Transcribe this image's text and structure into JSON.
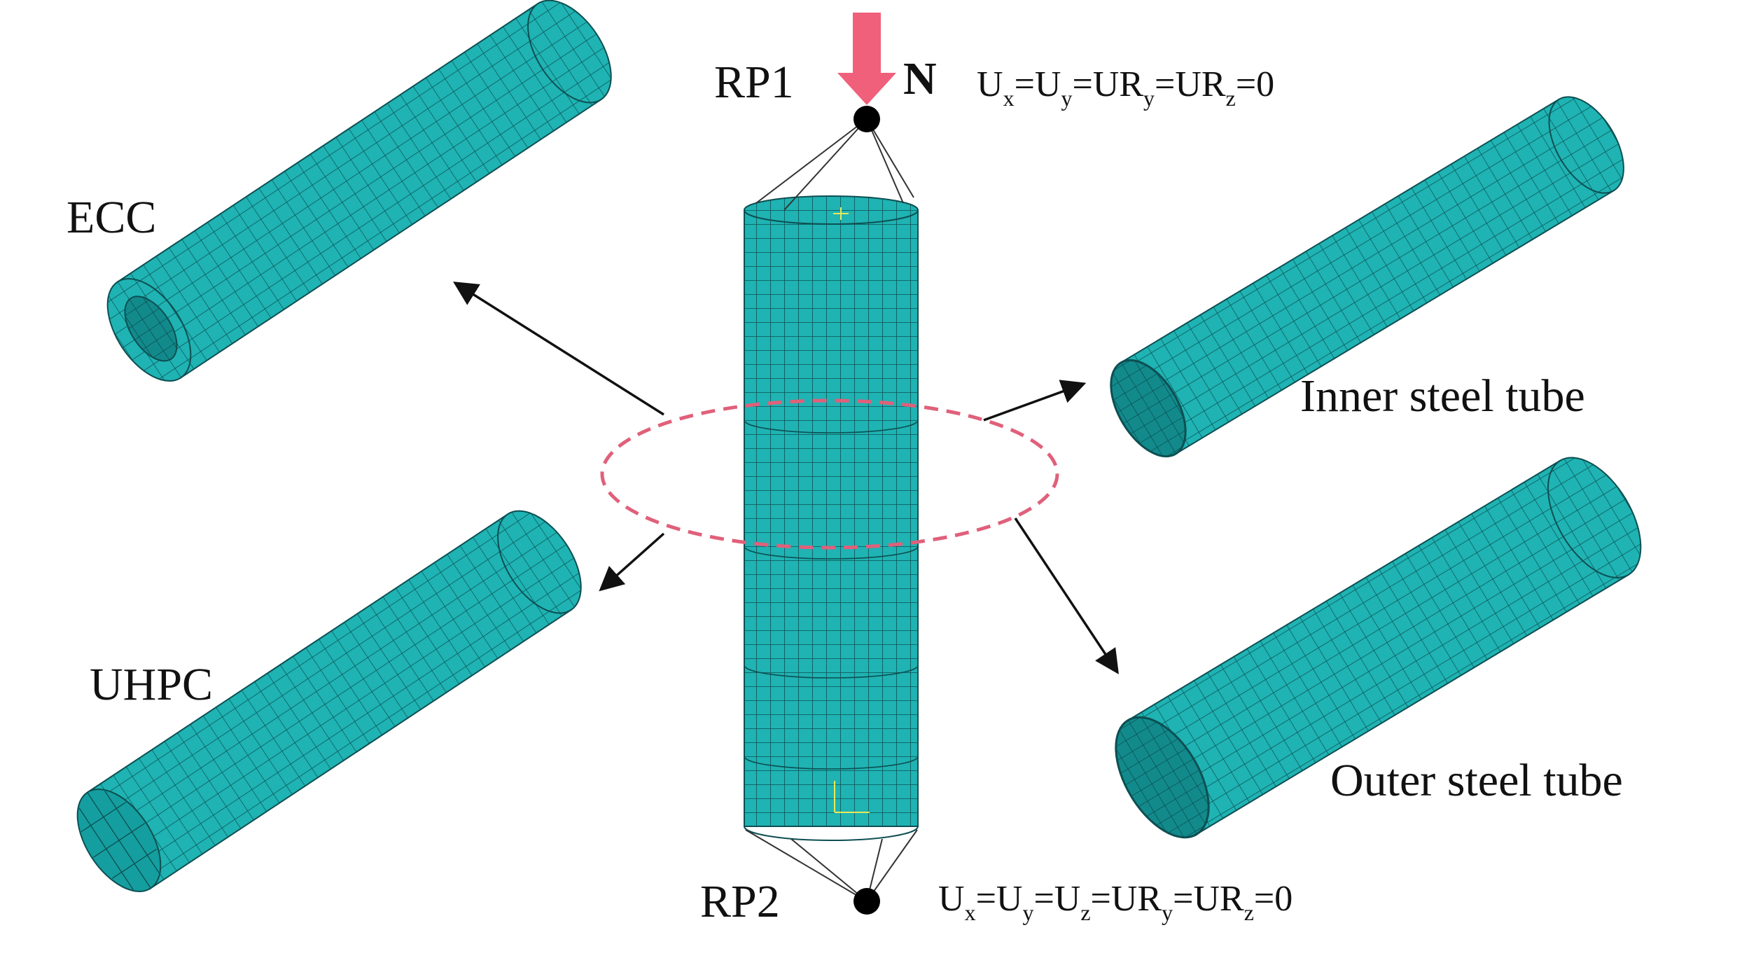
{
  "labels": {
    "rp1": "RP1",
    "rp2": "RP2",
    "load": "N",
    "ecc": "ECC",
    "uhpc": "UHPC",
    "inner_tube": "Inner steel tube",
    "outer_tube": "Outer steel tube"
  },
  "bc_top": [
    {
      "base": "U",
      "sub": "x",
      "sep": "="
    },
    {
      "base": "U",
      "sub": "y",
      "sep": "="
    },
    {
      "base": "UR",
      "sub": "y",
      "sep": "="
    },
    {
      "base": "UR",
      "sub": "z",
      "sep": "=0"
    }
  ],
  "bc_bottom": [
    {
      "base": "U",
      "sub": "x",
      "sep": "="
    },
    {
      "base": "U",
      "sub": "y",
      "sep": "="
    },
    {
      "base": "U",
      "sub": "z",
      "sep": "="
    },
    {
      "base": "UR",
      "sub": "y",
      "sep": "="
    },
    {
      "base": "UR",
      "sub": "z",
      "sep": "=0"
    }
  ],
  "colors": {
    "mesh_fill": "#1fb3b3",
    "mesh_line": "#0d4f52",
    "load_arrow": "#f0607a",
    "section_ellipse": "#e0607a",
    "arrow": "#111111"
  },
  "icons": {
    "load": "down-arrow-icon",
    "reference_point": "filled-circle-icon"
  }
}
